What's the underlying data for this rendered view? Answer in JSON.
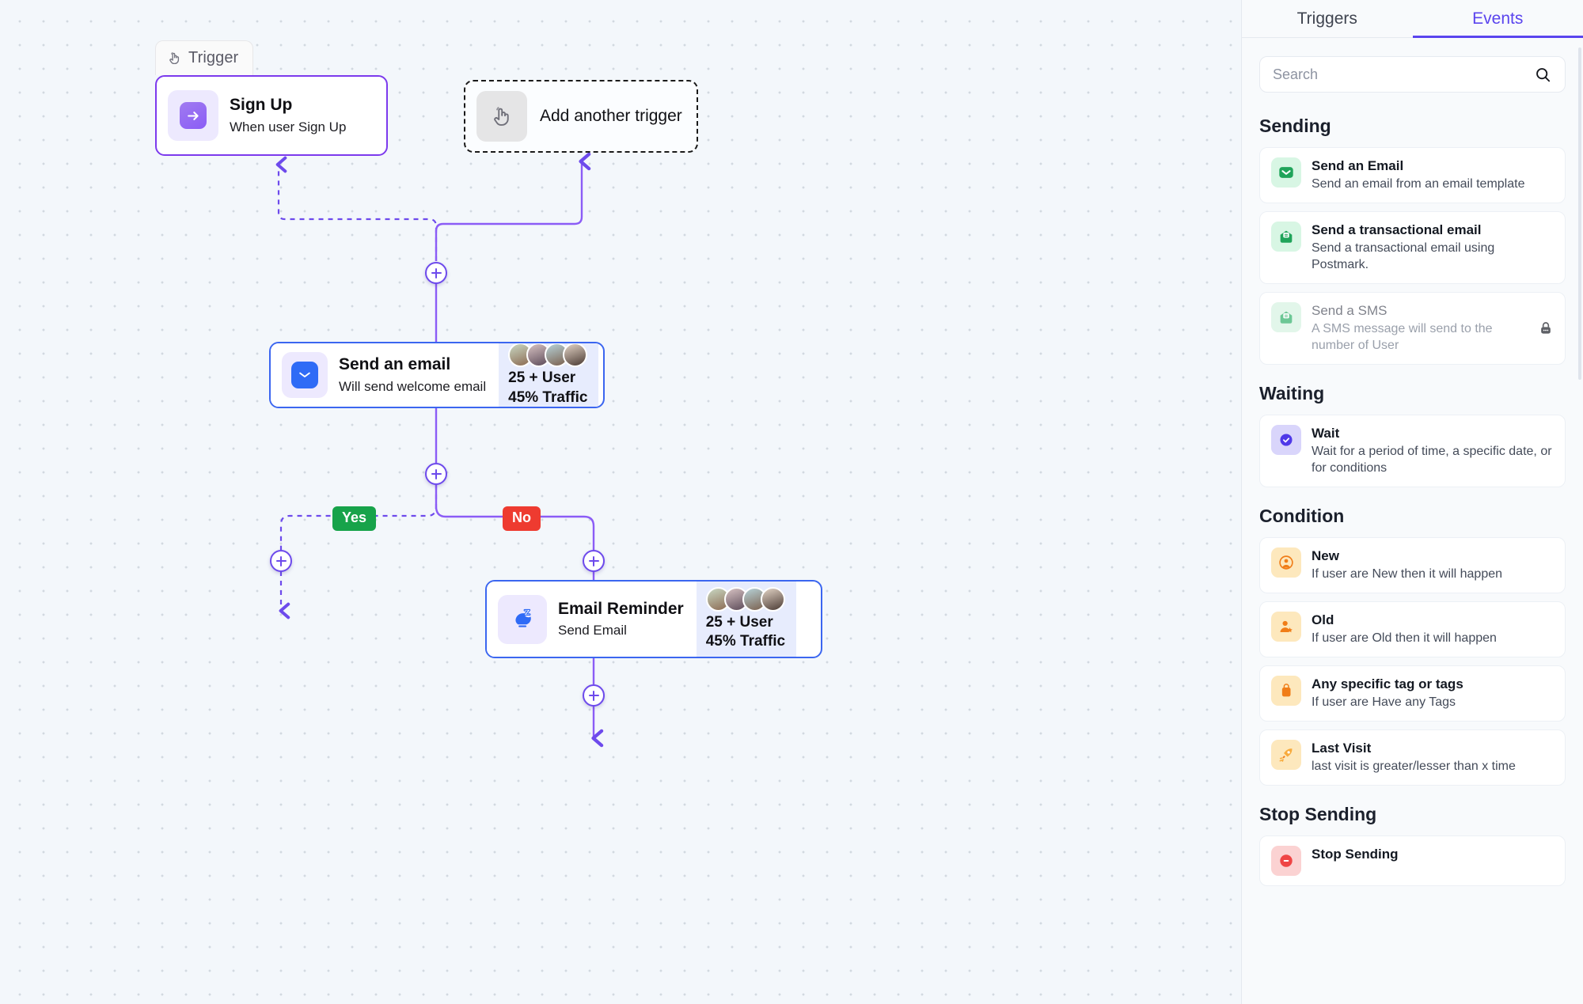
{
  "canvas": {
    "trigger_tab": {
      "label": "Trigger",
      "icon": "tap-gesture-icon"
    },
    "nodes": [
      {
        "id": "signup",
        "title": "Sign Up",
        "subtitle": "When user Sign Up",
        "icon": "arrow-right-icon",
        "type": "trigger"
      },
      {
        "id": "add-trigger",
        "label": "Add another trigger",
        "icon": "tap-gesture-icon",
        "type": "placeholder"
      },
      {
        "id": "send-email",
        "title": "Send an email",
        "subtitle": "Will send welcome email",
        "icon": "envelope-icon",
        "stat_users": "25 + User",
        "stat_traffic": "45% Traffic",
        "type": "action"
      },
      {
        "id": "email-reminder",
        "title": "Email Reminder",
        "subtitle": "Send Email",
        "icon": "sleep-moon-z-icon",
        "stat_users": "25 + User",
        "stat_traffic": "45% Traffic",
        "type": "action"
      }
    ],
    "branch_labels": {
      "yes": "Yes",
      "no": "No"
    },
    "add_step_label": "+",
    "colors": {
      "trigger_border": "#7c3aed",
      "action_border": "#3b66f0",
      "wire": "#8b5cf6",
      "plus": "#6d4aec",
      "yes": "#17a34a",
      "no": "#ee3b30"
    }
  },
  "sidebar": {
    "tabs": [
      {
        "label": "Triggers",
        "active": false
      },
      {
        "label": "Events",
        "active": true
      }
    ],
    "search": {
      "value": "",
      "placeholder": "Search",
      "icon": "search-icon"
    },
    "sections": [
      {
        "title": "Sending",
        "items": [
          {
            "title": "Send an Email",
            "desc": "Send an email from an email template",
            "icon": "envelope-open-icon",
            "tone": "green",
            "locked": false
          },
          {
            "title": "Send a transactional email",
            "desc": "Send a transactional email using Postmark.",
            "icon": "envelope-doc-icon",
            "tone": "green",
            "locked": false
          },
          {
            "title": "Send a SMS",
            "desc": "A SMS message will send to the number of User",
            "icon": "envelope-doc-icon",
            "tone": "green",
            "locked": true
          }
        ]
      },
      {
        "title": "Waiting",
        "items": [
          {
            "title": "Wait",
            "desc": "Wait for a period of time, a specific date, or for conditions",
            "icon": "clock-check-icon",
            "tone": "purple",
            "locked": false
          }
        ]
      },
      {
        "title": "Condition",
        "items": [
          {
            "title": "New",
            "desc": "If user are New then it will happen",
            "icon": "user-circle-icon",
            "tone": "amber",
            "locked": false
          },
          {
            "title": "Old",
            "desc": "If user are Old then it will happen",
            "icon": "user-star-icon",
            "tone": "amber",
            "locked": false
          },
          {
            "title": "Any specific tag or tags",
            "desc": "If user are Have any Tags",
            "icon": "tag-icon",
            "tone": "amber",
            "locked": false
          },
          {
            "title": "Last Visit",
            "desc": "last visit is greater/lesser than x time",
            "icon": "rocket-icon",
            "tone": "amber",
            "locked": false
          }
        ]
      },
      {
        "title": "Stop Sending",
        "items": [
          {
            "title": "Stop Sending",
            "desc": "",
            "icon": "stop-icon",
            "tone": "pink",
            "locked": false
          }
        ]
      }
    ],
    "lock_icon": "lock-icon"
  }
}
